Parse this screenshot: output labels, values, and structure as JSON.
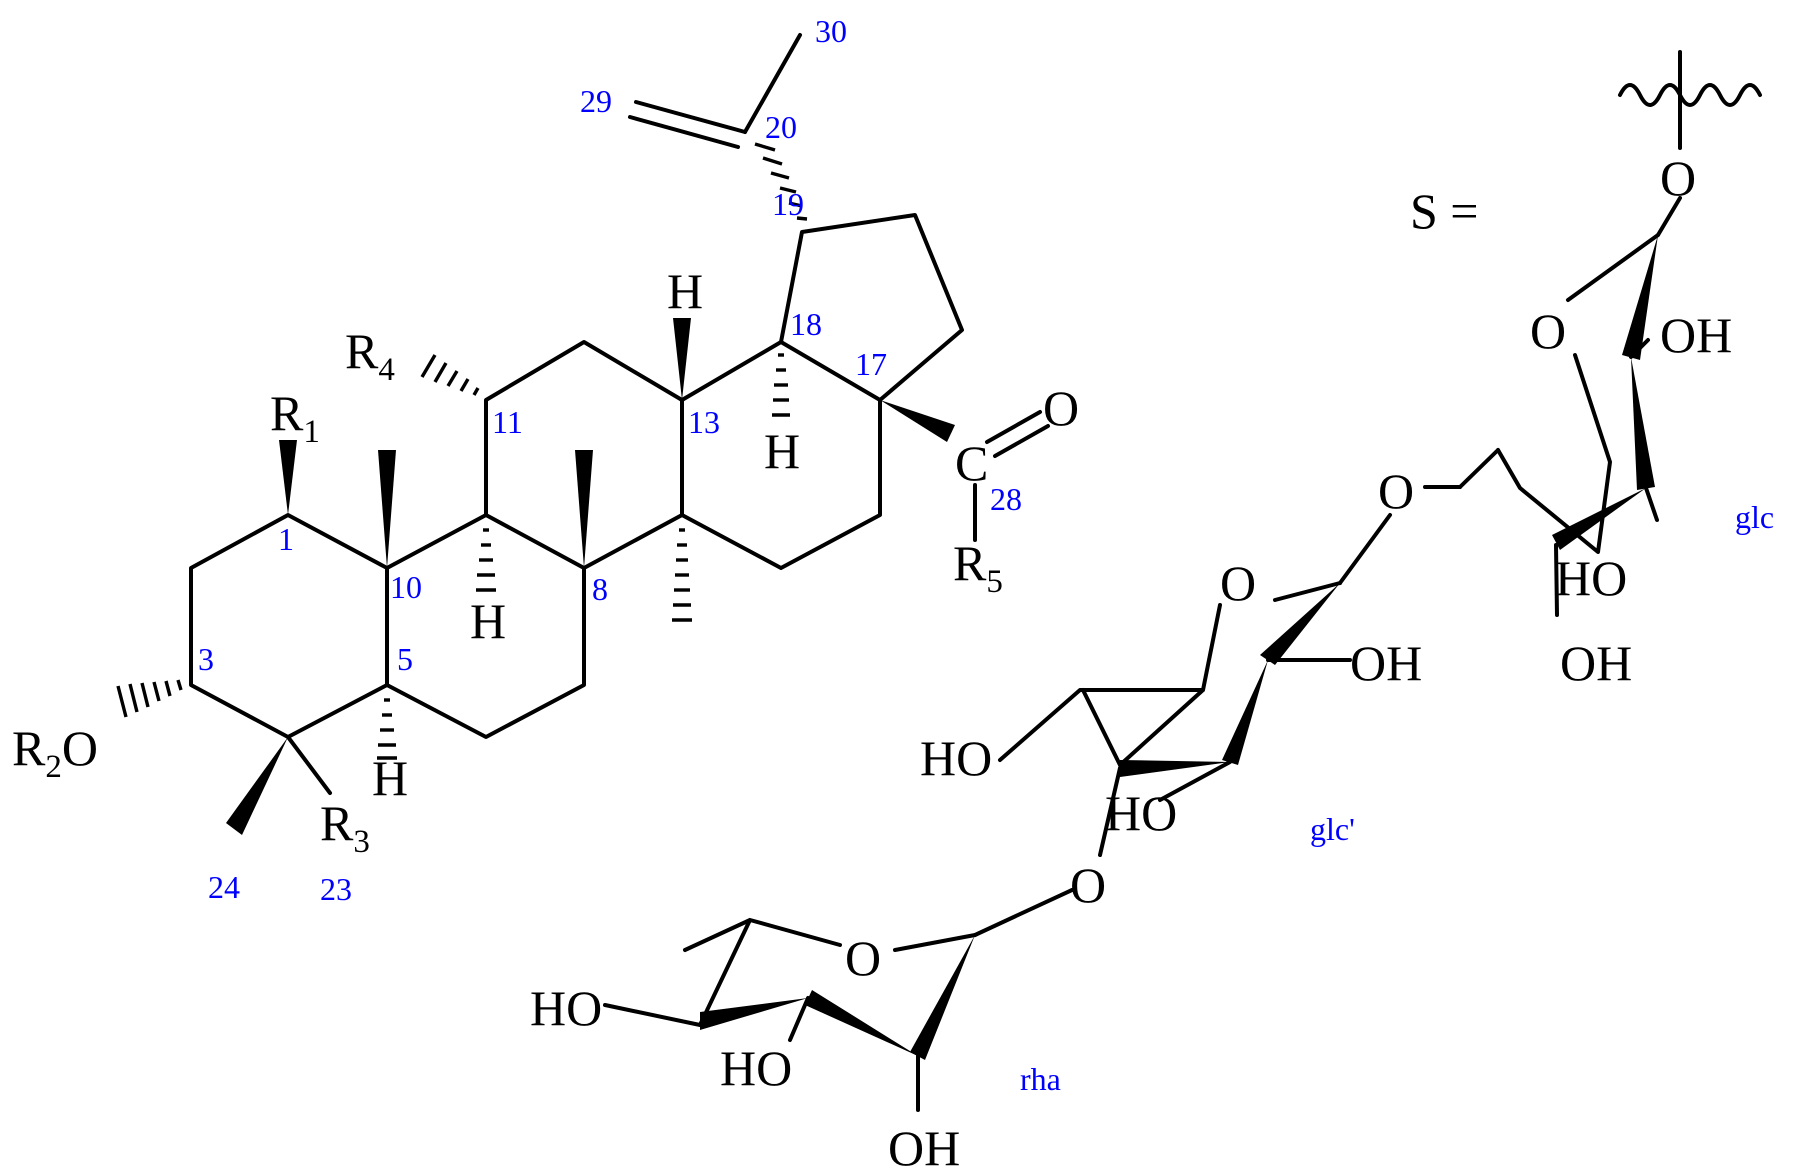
{
  "colors": {
    "structure": "#000000",
    "numbering": "#0000ff",
    "background": "#ffffff"
  },
  "groups": {
    "r1": "R",
    "r1_sub": "1",
    "r2": "R",
    "r2_sub": "2",
    "r2_tail": "O",
    "r3": "R",
    "r3_sub": "3",
    "r4": "R",
    "r4_sub": "4",
    "r5": "R",
    "r5_sub": "5",
    "c28": "C",
    "carbonyl_o": "O",
    "h9": "H",
    "h5": "H",
    "h13": "H",
    "h18": "H"
  },
  "numbers": [
    "1",
    "3",
    "5",
    "8",
    "10",
    "11",
    "13",
    "17",
    "18",
    "19",
    "20",
    "23",
    "24",
    "28",
    "29",
    "30"
  ],
  "sugar_chain": {
    "definition": "S =",
    "glycosidic_o": [
      "O",
      "O",
      "O"
    ],
    "glc": {
      "label": "glc",
      "ring_o": "O",
      "oh": [
        "OH",
        "HO",
        "OH"
      ]
    },
    "glc_prime": {
      "label": "glc'",
      "ring_o": "O",
      "oh": [
        "OH",
        "HO",
        "HO"
      ]
    },
    "rha": {
      "label": "rha",
      "ring_o": "O",
      "oh": [
        "HO",
        "HO",
        "OH"
      ]
    }
  }
}
